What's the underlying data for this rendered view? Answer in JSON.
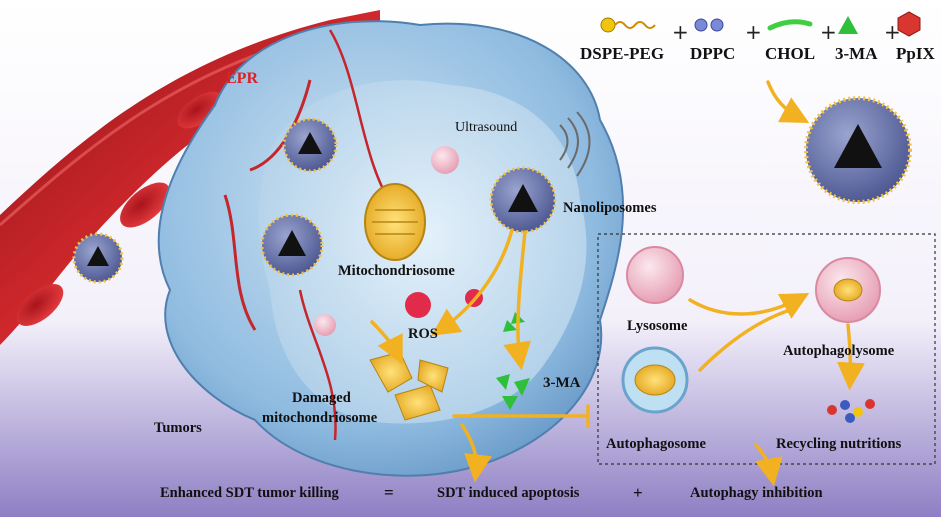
{
  "components": [
    "DSPE-PEG",
    "DPPC",
    "CHOL",
    "3-MA",
    "PpIX"
  ],
  "plus_sign": "+",
  "labels": {
    "epr": "EPR",
    "ultrasound": "Ultrasound",
    "nanoliposomes": "Nanoliposomes",
    "mitochondriosome": "Mitochondriosome",
    "ros": "ROS",
    "damaged_line1": "Damaged",
    "damaged_line2": "mitochondriosome",
    "three_ma": "3-MA",
    "tumors": "Tumors",
    "lysosome": "Lysosome",
    "autophagolysome": "Autophagolysome",
    "autophagosome": "Autophagosome",
    "recycling": "Recycling nutritions"
  },
  "equation": {
    "left": "Enhanced SDT tumor killing",
    "equals": "=",
    "middle": "SDT induced apoptosis",
    "plus": "+",
    "right": "Autophagy inhibition"
  },
  "colors": {
    "vessel": "#c4262c",
    "cell": "#7fb0d6",
    "arrow": "#f2b120",
    "epr": "#e02020",
    "ma_triangle": "#2fbf3b",
    "ppix": "#d9362f"
  }
}
